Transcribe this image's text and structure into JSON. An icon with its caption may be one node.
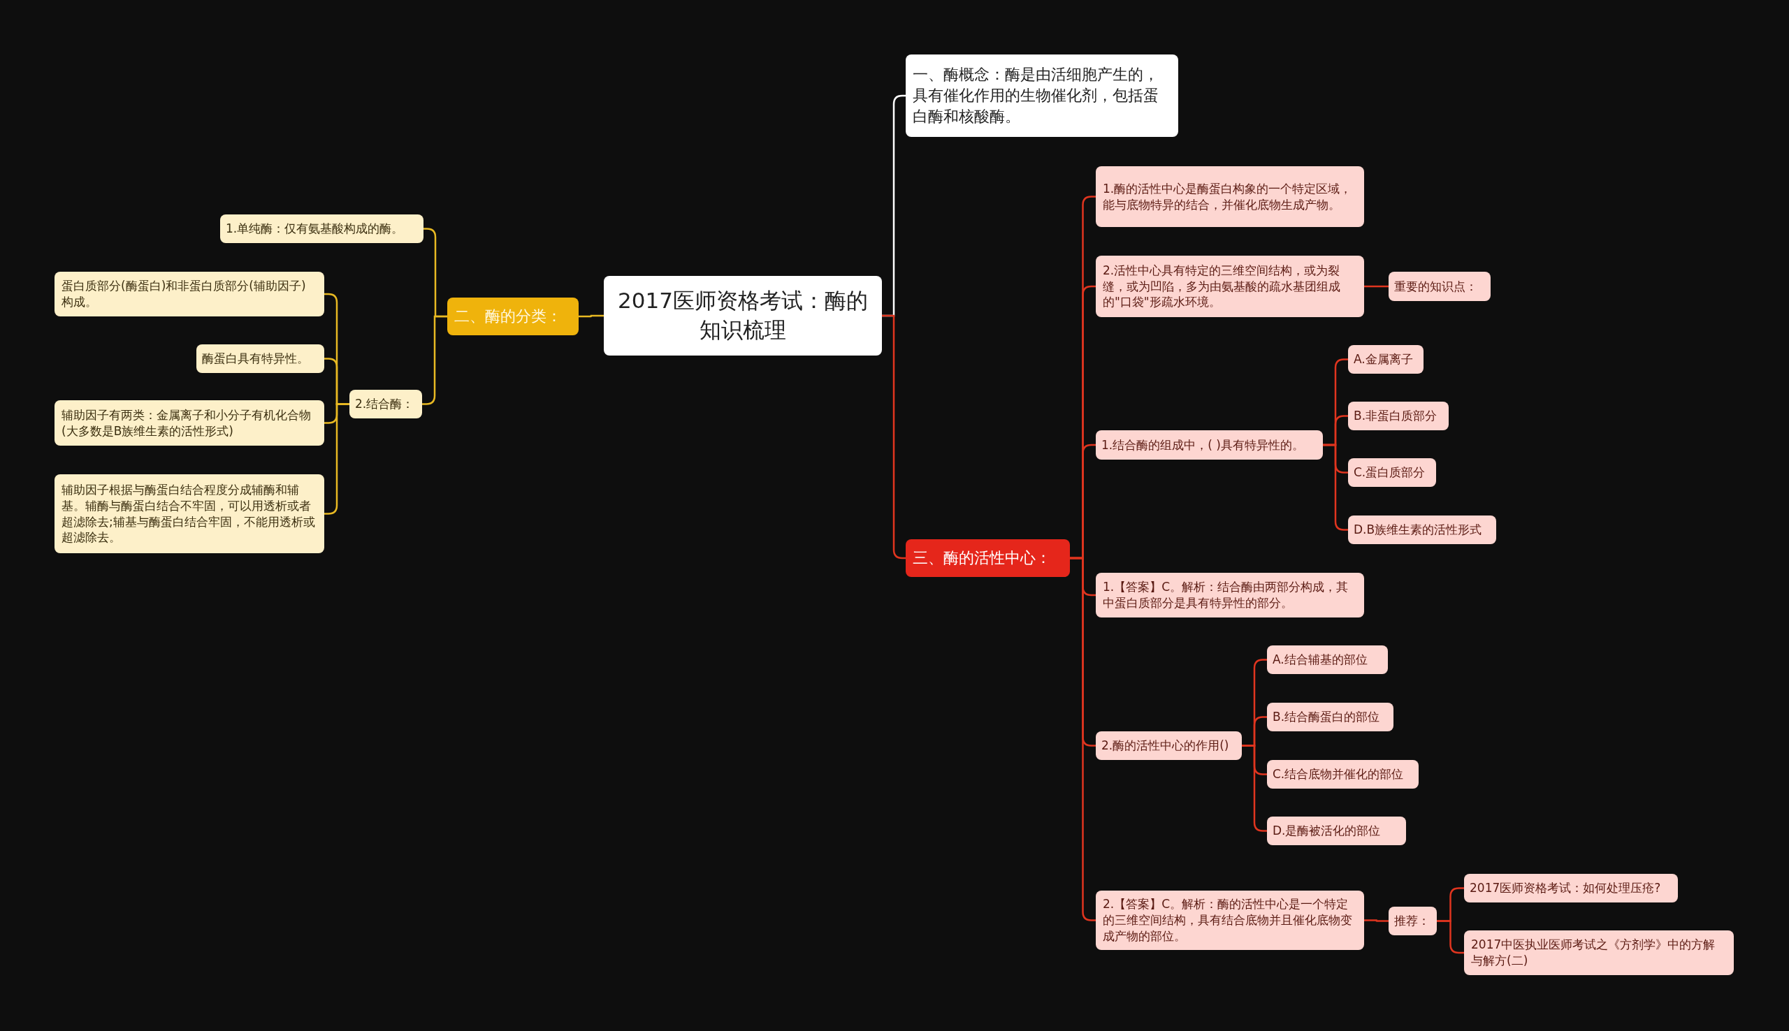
{
  "diagram": {
    "nodes": [
      {
        "text": [
          "2017医师资格考试：酶的知识梳理"
        ]
      },
      {
        "text": [
          "一、酶概念：酶是由活细胞产生的，具有催化作用的生物催化剂，包括蛋白酶和核酸酶。"
        ]
      },
      {
        "text": [
          "二、酶的分类："
        ]
      },
      {
        "text": [
          "1.单纯酶：仅有氨基酸构成的酶。"
        ]
      },
      {
        "text": [
          "2.结合酶："
        ]
      },
      {
        "text": [
          "蛋白质部分(酶蛋白)和非蛋白质部分(辅助因子)构成。"
        ]
      },
      {
        "text": [
          "酶蛋白具有特异性。"
        ]
      },
      {
        "text": [
          "辅助因子有两类：金属离子和小分子有机化合物(大多数是B族维生素的活性形式)"
        ]
      },
      {
        "text": [
          "辅助因子根据与酶蛋白结合程度分成辅酶和辅基。辅酶与酶蛋白结合不牢固，可以用透析或者超滤除去;辅基与酶蛋白结合牢固，不能用透析或超滤除去。"
        ]
      },
      {
        "text": [
          "三、酶的活性中心："
        ]
      },
      {
        "text": [
          "1.酶的活性中心是酶蛋白构象的一个特定区域，能与底物特异的结合，并催化底物生成产物。"
        ]
      },
      {
        "text": [
          "2.活性中心具有特定的三维空间结构，或为裂缝，或为凹陷，多为由氨基酸的疏水基团组成的\"口袋\"形疏水环境。"
        ]
      },
      {
        "text": [
          "重要的知识点："
        ]
      },
      {
        "text": [
          "1.结合酶的组成中，( )具有特异性的。"
        ]
      },
      {
        "text": [
          "A.金属离子"
        ]
      },
      {
        "text": [
          "B.非蛋白质部分"
        ]
      },
      {
        "text": [
          "C.蛋白质部分"
        ]
      },
      {
        "text": [
          "D.B族维生素的活性形式"
        ]
      },
      {
        "text": [
          "1.【答案】C。解析：结合酶由两部分构成，其中蛋白质部分是具有特异性的部分。"
        ]
      },
      {
        "text": [
          "2.酶的活性中心的作用()"
        ]
      },
      {
        "text": [
          "A.结合辅基的部位"
        ]
      },
      {
        "text": [
          "B.结合酶蛋白的部位"
        ]
      },
      {
        "text": [
          "C.结合底物并催化的部位"
        ]
      },
      {
        "text": [
          "D.是酶被活化的部位"
        ]
      },
      {
        "text": [
          "2.【答案】C。解析：酶的活性中心是一个特定的三维空间结构，具有结合底物并且催化底物变成产物的部位。"
        ]
      },
      {
        "text": [
          "推荐："
        ]
      },
      {
        "text": [
          "2017医师资格考试：如何处理压疮?"
        ]
      },
      {
        "text": [
          "2017中医执业医师考试之《方剂学》中的方解与解方(二)"
        ]
      }
    ],
    "edges": [
      {
        "from": 0,
        "to": 1,
        "arrow": "none",
        "color": "#ffffff"
      },
      {
        "from": 0,
        "to": 2,
        "arrow": "none",
        "color": "#e8b923"
      },
      {
        "from": 2,
        "to": 3,
        "arrow": "none",
        "color": "#e8b923"
      },
      {
        "from": 2,
        "to": 4,
        "arrow": "none",
        "color": "#e8b923"
      },
      {
        "from": 4,
        "to": 5,
        "arrow": "none",
        "color": "#e8b923"
      },
      {
        "from": 4,
        "to": 6,
        "arrow": "none",
        "color": "#e8b923"
      },
      {
        "from": 4,
        "to": 7,
        "arrow": "none",
        "color": "#e8b923"
      },
      {
        "from": 4,
        "to": 8,
        "arrow": "none",
        "color": "#e8b923"
      },
      {
        "from": 0,
        "to": 9,
        "arrow": "none"
      },
      {
        "from": 9,
        "to": 10,
        "arrow": "none"
      },
      {
        "from": 9,
        "to": 11,
        "arrow": "none"
      },
      {
        "from": 11,
        "to": 12,
        "arrow": "none"
      },
      {
        "from": 9,
        "to": 13,
        "arrow": "none"
      },
      {
        "from": 13,
        "to": 14,
        "arrow": "none"
      },
      {
        "from": 13,
        "to": 15,
        "arrow": "none"
      },
      {
        "from": 13,
        "to": 16,
        "arrow": "none"
      },
      {
        "from": 13,
        "to": 17,
        "arrow": "none"
      },
      {
        "from": 9,
        "to": 18,
        "arrow": "none"
      },
      {
        "from": 9,
        "to": 19,
        "arrow": "none"
      },
      {
        "from": 19,
        "to": 20,
        "arrow": "none"
      },
      {
        "from": 19,
        "to": 21,
        "arrow": "none"
      },
      {
        "from": 19,
        "to": 22,
        "arrow": "none"
      },
      {
        "from": 19,
        "to": 23,
        "arrow": "none"
      },
      {
        "from": 9,
        "to": 24,
        "arrow": "none"
      },
      {
        "from": 24,
        "to": 25,
        "arrow": "none"
      },
      {
        "from": 25,
        "to": 26,
        "arrow": "none"
      },
      {
        "from": 25,
        "to": 27,
        "arrow": "none"
      }
    ]
  }
}
